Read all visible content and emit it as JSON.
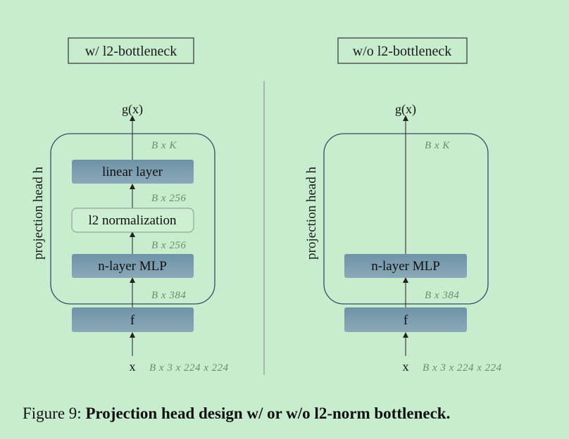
{
  "left_panel": {
    "title": "w/ l2-bottleneck",
    "side_label": "projection head h",
    "output_label": "g(x)",
    "input_label": "x",
    "boxes": {
      "linear": "linear layer",
      "l2norm": "l2 normalization",
      "mlp": "n-layer MLP",
      "backbone": "f"
    },
    "dims": {
      "out": "B x K",
      "after_norm": "B x 256",
      "after_mlp": "B x 256",
      "after_f": "B x 384",
      "input": "B x 3 x 224 x 224"
    }
  },
  "right_panel": {
    "title": "w/o l2-bottleneck",
    "side_label": "projection head h",
    "output_label": "g(x)",
    "input_label": "x",
    "boxes": {
      "mlp": "n-layer MLP",
      "backbone": "f"
    },
    "dims": {
      "out": "B x K",
      "after_f": "B x 384",
      "input": "B x 3 x 224 x 224"
    }
  },
  "caption": {
    "prefix": "Figure 9:",
    "bold": "Projection head design w/ or w/o l2-norm bottleneck."
  }
}
